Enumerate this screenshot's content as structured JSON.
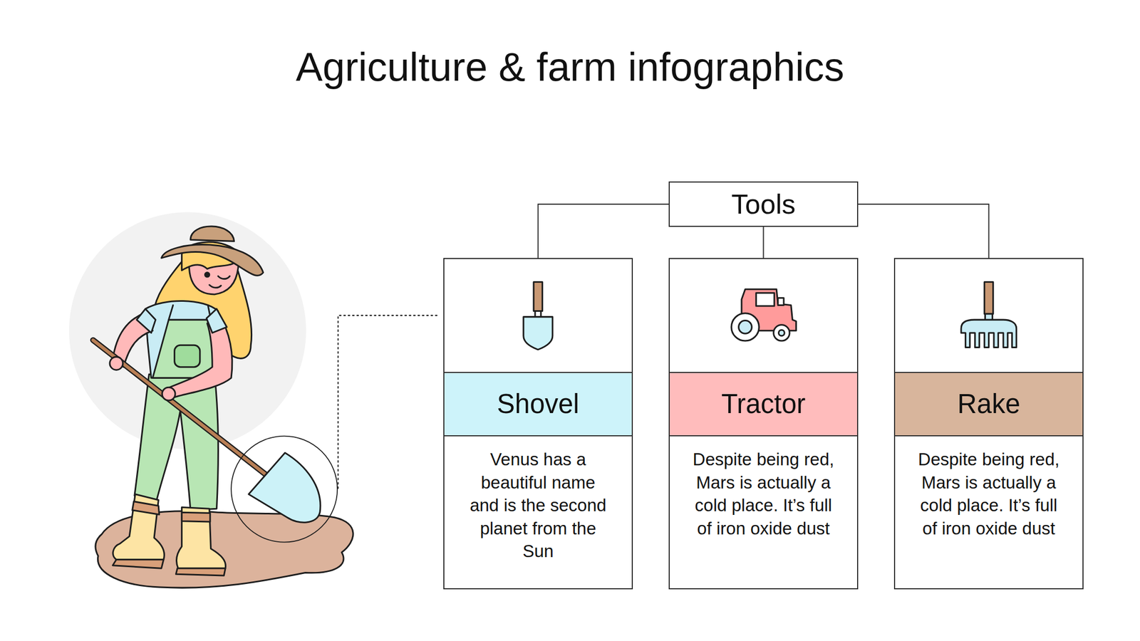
{
  "diagram": {
    "title": "Agriculture & farm infographics",
    "nodes": [
      {
        "text": [
          "Tools"
        ]
      },
      {
        "text": [
          "Shovel",
          "Venus has a beautiful name and is the second planet from the Sun"
        ]
      },
      {
        "text": [
          "Tractor",
          "Despite being red, Mars is actually a cold place. It’s full of iron oxide dust"
        ]
      },
      {
        "text": [
          "Rake",
          "Despite being red, Mars is actually a cold place. It’s full of iron oxide dust"
        ]
      }
    ],
    "edges": [
      {
        "from": 0,
        "to": 1,
        "arrow": "none"
      },
      {
        "from": 0,
        "to": 2,
        "arrow": "none"
      },
      {
        "from": 0,
        "to": 3,
        "arrow": "none"
      }
    ]
  }
}
